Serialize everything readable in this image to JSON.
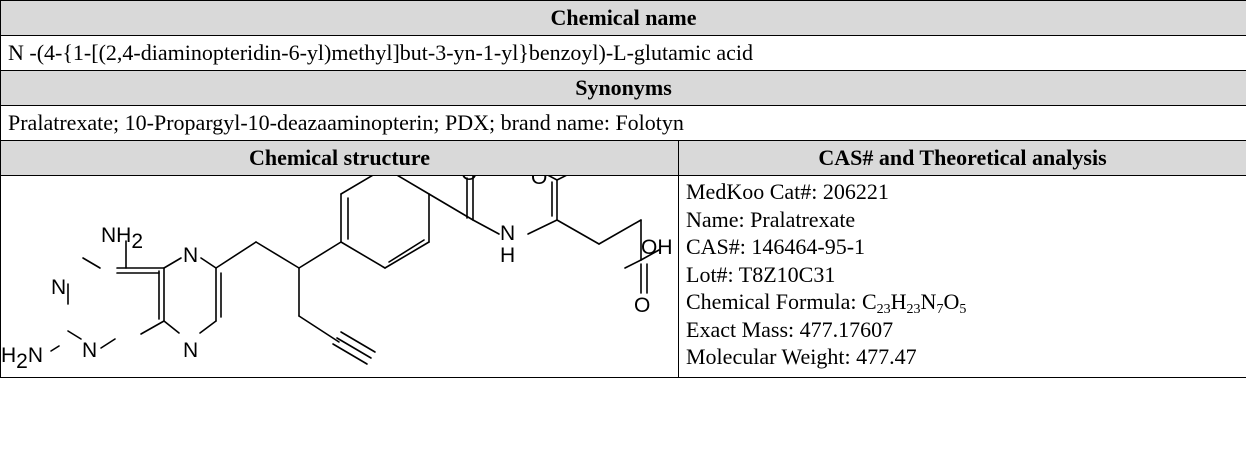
{
  "sections": {
    "chemical_name_header": "Chemical name",
    "chemical_name": "N -(4-{1-[(2,4-diaminopteridin-6-yl)methyl]but-3-yn-1-yl}benzoyl)-L-glutamic acid",
    "synonyms_header": "Synonyms",
    "synonyms": "Pralatrexate; 10-Propargyl-10-deazaaminopterin; PDX; brand name: Folotyn",
    "structure_header": "Chemical structure",
    "analysis_header": "CAS# and Theoretical analysis"
  },
  "analysis": {
    "cat": "MedKoo Cat#: 206221",
    "name": "Name: Pralatrexate",
    "cas": "CAS#: 146464-95-1",
    "lot": "Lot#: T8Z10C31",
    "formula_label": "Chemical Formula: ",
    "formula": {
      "c": "C",
      "c_n": "23",
      "h": "H",
      "h_n": "23",
      "n": "N",
      "n_n": "7",
      "o": "O",
      "o_n": "5"
    },
    "exact_mass": "Exact Mass: 477.17607",
    "mol_weight": "Molecular Weight: 477.47"
  },
  "structure_labels": {
    "nh2_top": "NH",
    "nh2_top_sub": "2",
    "h2n": "H",
    "h2n_sub": "2",
    "h2n_n": "N",
    "n1": "N",
    "n3": "N",
    "n5": "N",
    "n8": "N",
    "amide_o": "O",
    "amide_nh_n": "N",
    "amide_nh_h": "H",
    "oh_alpha": "OH",
    "o_alpha": "O",
    "oh_gamma": "OH",
    "o_gamma": "O"
  }
}
